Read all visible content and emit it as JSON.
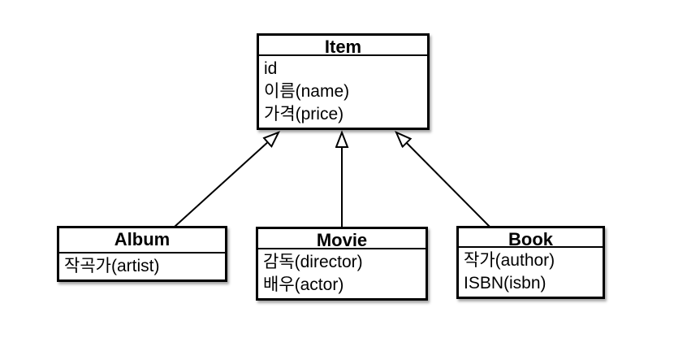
{
  "diagram": {
    "type": "uml-class-diagram",
    "classes": [
      {
        "name": "Item",
        "attributes": [
          "id",
          "이름(name)",
          "가격(price)"
        ]
      },
      {
        "name": "Album",
        "attributes": [
          "작곡가(artist)"
        ]
      },
      {
        "name": "Movie",
        "attributes": [
          "감독(director)",
          "배우(actor)"
        ]
      },
      {
        "name": "Book",
        "attributes": [
          "작가(author)",
          "ISBN(isbn)"
        ]
      }
    ],
    "relations": [
      {
        "from": "Album",
        "to": "Item",
        "type": "generalization"
      },
      {
        "from": "Movie",
        "to": "Item",
        "type": "generalization"
      },
      {
        "from": "Book",
        "to": "Item",
        "type": "generalization"
      }
    ],
    "colors": {
      "background": "#ffffff",
      "box_fill": "#ffffff",
      "box_border": "#000000",
      "text": "#000000"
    }
  }
}
